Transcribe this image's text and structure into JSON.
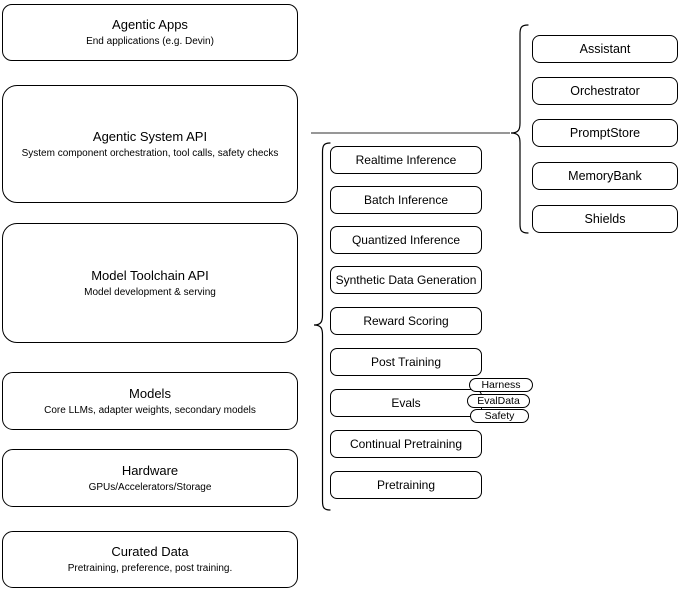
{
  "diagram": {
    "colors": {
      "background": "#ffffff",
      "stroke": "#000000",
      "connector": "#757575"
    },
    "left_stack": [
      {
        "title": "Agentic Apps",
        "subtitle": "End applications (e.g. Devin)"
      },
      {
        "title": "Agentic System API",
        "subtitle": "System component orchestration, tool calls, safety checks"
      },
      {
        "title": "Model Toolchain API",
        "subtitle": "Model development & serving"
      },
      {
        "title": "Models",
        "subtitle": "Core LLMs, adapter weights, secondary models"
      },
      {
        "title": "Hardware",
        "subtitle": "GPUs/Accelerators/Storage"
      },
      {
        "title": "Curated Data",
        "subtitle": "Pretraining, preference, post training."
      }
    ],
    "toolchain_nodes": [
      "Realtime Inference",
      "Batch Inference",
      "Quantized Inference",
      "Synthetic Data Generation",
      "Reward Scoring",
      "Post Training",
      "Evals",
      "Continual Pretraining",
      "Pretraining"
    ],
    "evals_tags": [
      "Harness",
      "EvalData",
      "Safety"
    ],
    "system_nodes": [
      "Assistant",
      "Orchestrator",
      "PromptStore",
      "MemoryBank",
      "Shields"
    ]
  }
}
